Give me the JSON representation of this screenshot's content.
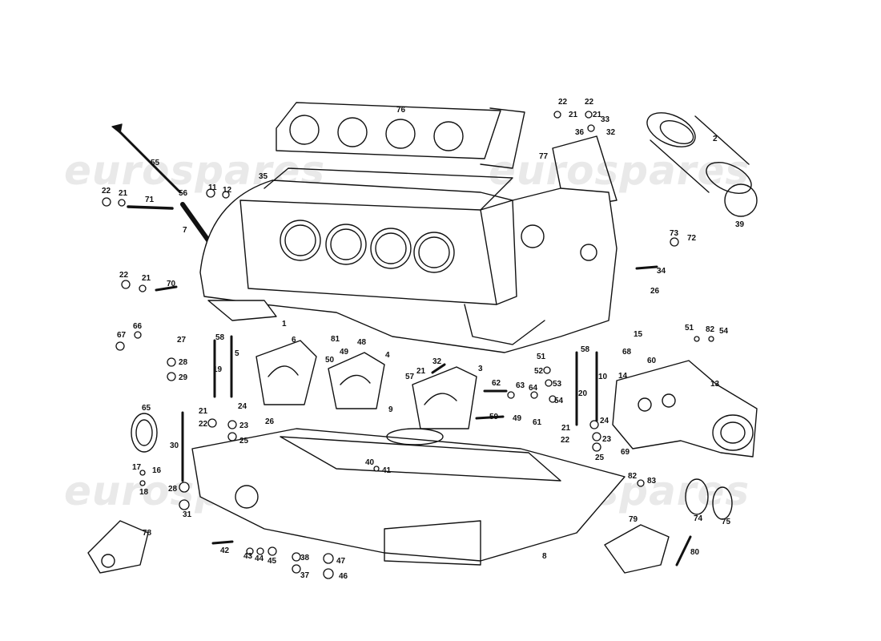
{
  "watermark": {
    "text": "eurospares"
  },
  "callouts": [
    {
      "n": "76"
    },
    {
      "n": "77"
    },
    {
      "n": "22"
    },
    {
      "n": "21"
    },
    {
      "n": "36"
    },
    {
      "n": "22"
    },
    {
      "n": "33"
    },
    {
      "n": "21"
    },
    {
      "n": "32"
    },
    {
      "n": "2"
    },
    {
      "n": "39"
    },
    {
      "n": "55"
    },
    {
      "n": "35"
    },
    {
      "n": "22"
    },
    {
      "n": "21"
    },
    {
      "n": "71"
    },
    {
      "n": "56"
    },
    {
      "n": "11"
    },
    {
      "n": "12"
    },
    {
      "n": "7"
    },
    {
      "n": "73"
    },
    {
      "n": "72"
    },
    {
      "n": "34"
    },
    {
      "n": "26"
    },
    {
      "n": "22"
    },
    {
      "n": "21"
    },
    {
      "n": "70"
    },
    {
      "n": "1"
    },
    {
      "n": "67"
    },
    {
      "n": "66"
    },
    {
      "n": "27"
    },
    {
      "n": "28"
    },
    {
      "n": "29"
    },
    {
      "n": "58"
    },
    {
      "n": "19"
    },
    {
      "n": "5"
    },
    {
      "n": "6"
    },
    {
      "n": "81"
    },
    {
      "n": "48"
    },
    {
      "n": "4"
    },
    {
      "n": "49"
    },
    {
      "n": "50"
    },
    {
      "n": "21"
    },
    {
      "n": "32"
    },
    {
      "n": "3"
    },
    {
      "n": "57"
    },
    {
      "n": "62"
    },
    {
      "n": "63"
    },
    {
      "n": "64"
    },
    {
      "n": "51"
    },
    {
      "n": "52"
    },
    {
      "n": "53"
    },
    {
      "n": "54"
    },
    {
      "n": "15"
    },
    {
      "n": "51"
    },
    {
      "n": "82"
    },
    {
      "n": "54"
    },
    {
      "n": "68"
    },
    {
      "n": "60"
    },
    {
      "n": "58"
    },
    {
      "n": "10"
    },
    {
      "n": "13"
    },
    {
      "n": "14"
    },
    {
      "n": "20"
    },
    {
      "n": "24"
    },
    {
      "n": "21"
    },
    {
      "n": "22"
    },
    {
      "n": "23"
    },
    {
      "n": "69"
    },
    {
      "n": "25"
    },
    {
      "n": "65"
    },
    {
      "n": "24"
    },
    {
      "n": "21"
    },
    {
      "n": "22"
    },
    {
      "n": "23"
    },
    {
      "n": "25"
    },
    {
      "n": "26"
    },
    {
      "n": "9"
    },
    {
      "n": "59"
    },
    {
      "n": "49"
    },
    {
      "n": "61"
    },
    {
      "n": "30"
    },
    {
      "n": "40"
    },
    {
      "n": "41"
    },
    {
      "n": "17"
    },
    {
      "n": "16"
    },
    {
      "n": "18"
    },
    {
      "n": "28"
    },
    {
      "n": "31"
    },
    {
      "n": "82"
    },
    {
      "n": "83"
    },
    {
      "n": "74"
    },
    {
      "n": "75"
    },
    {
      "n": "78"
    },
    {
      "n": "79"
    },
    {
      "n": "8"
    },
    {
      "n": "80"
    },
    {
      "n": "42"
    },
    {
      "n": "43"
    },
    {
      "n": "44"
    },
    {
      "n": "45"
    },
    {
      "n": "38"
    },
    {
      "n": "37"
    },
    {
      "n": "47"
    },
    {
      "n": "46"
    }
  ]
}
